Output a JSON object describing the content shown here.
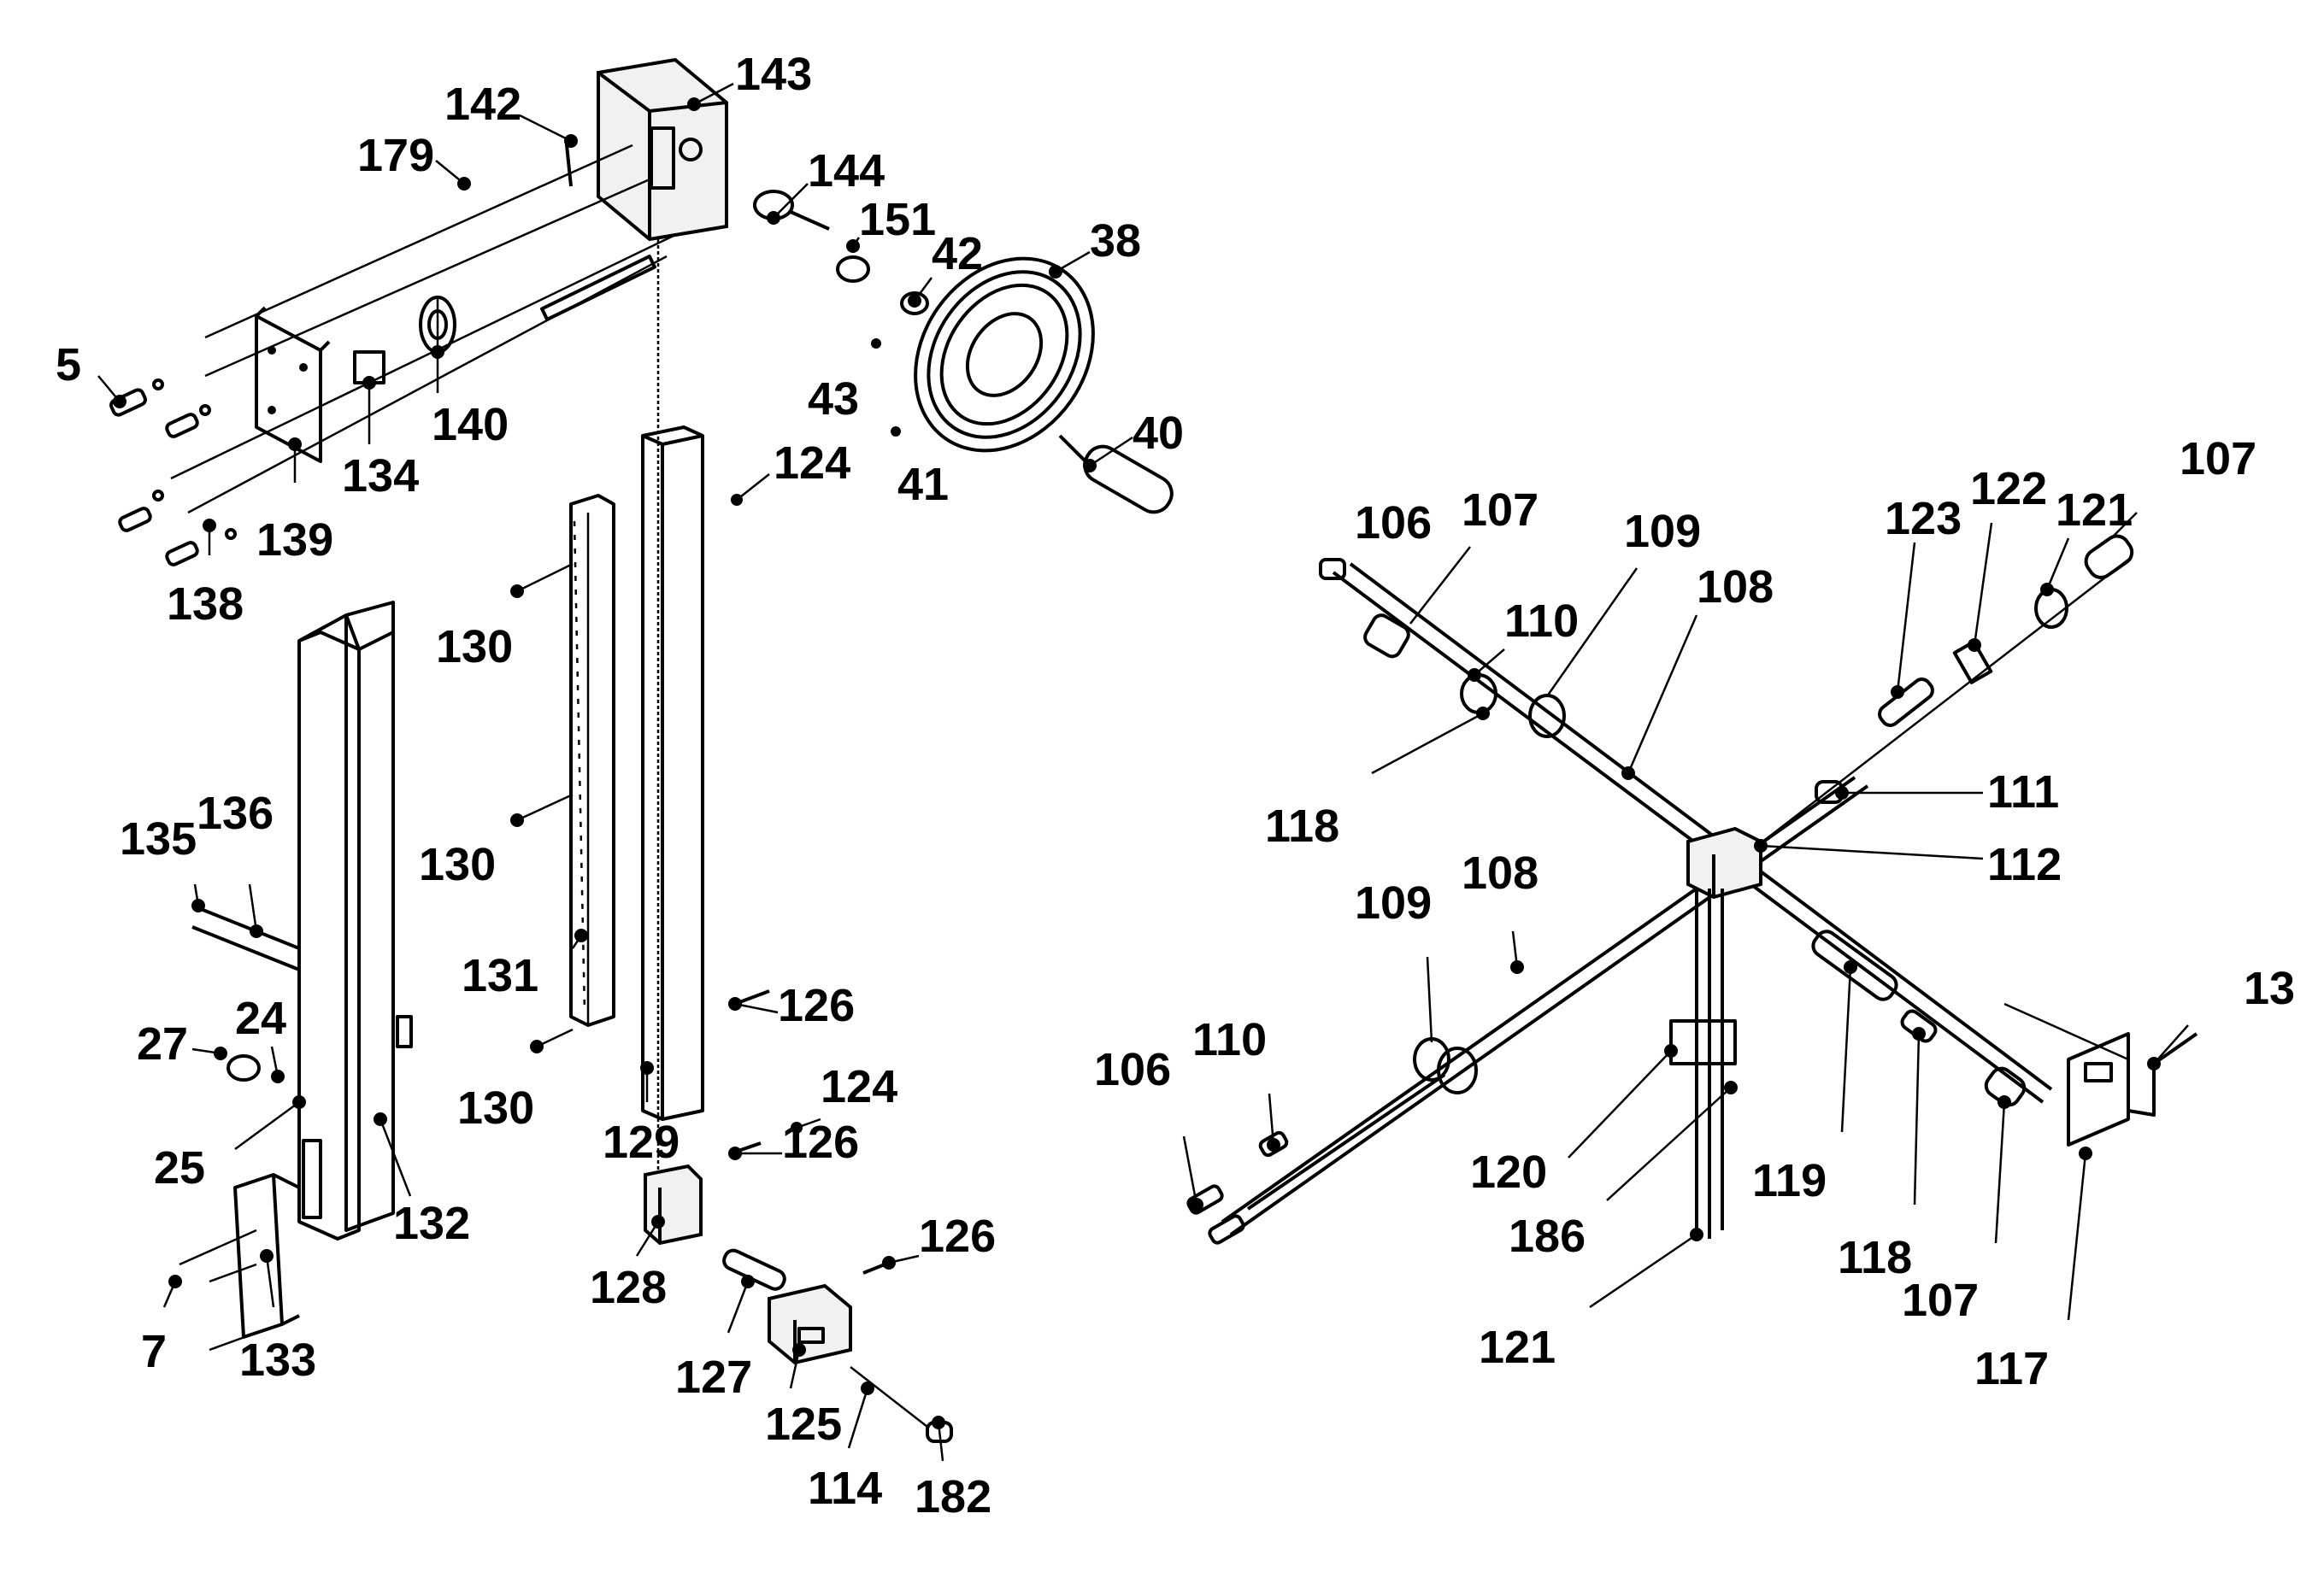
{
  "callouts": {
    "c143": "143",
    "c142": "142",
    "c179": "179",
    "c144": "144",
    "c151": "151",
    "c42": "42",
    "c38": "38",
    "c5": "5",
    "c140": "140",
    "c43": "43",
    "c41": "41",
    "c40": "40",
    "c134": "134",
    "c139": "139",
    "c124a": "124",
    "c138": "138",
    "c130a": "130",
    "c135": "135",
    "c136": "136",
    "c130b": "130",
    "c131": "131",
    "c126a": "126",
    "c27": "27",
    "c24": "24",
    "c130c": "130",
    "c124b": "124",
    "c25": "25",
    "c129": "129",
    "c126b": "126",
    "c132": "132",
    "c126c": "126",
    "c128": "128",
    "c7": "7",
    "c133": "133",
    "c127": "127",
    "c125": "125",
    "c114": "114",
    "c182": "182",
    "c106a": "106",
    "c107a": "107",
    "c109a": "109",
    "c108a": "108",
    "c110a": "110",
    "c118a": "118",
    "c123": "123",
    "c122": "122",
    "c121a": "121",
    "c107b": "107",
    "c111": "111",
    "c112": "112",
    "c109b": "109",
    "c108b": "108",
    "c13": "13",
    "c106b": "106",
    "c110b": "110",
    "c120": "120",
    "c119": "119",
    "c186": "186",
    "c118b": "118",
    "c107c": "107",
    "c121b": "121",
    "c117": "117"
  }
}
